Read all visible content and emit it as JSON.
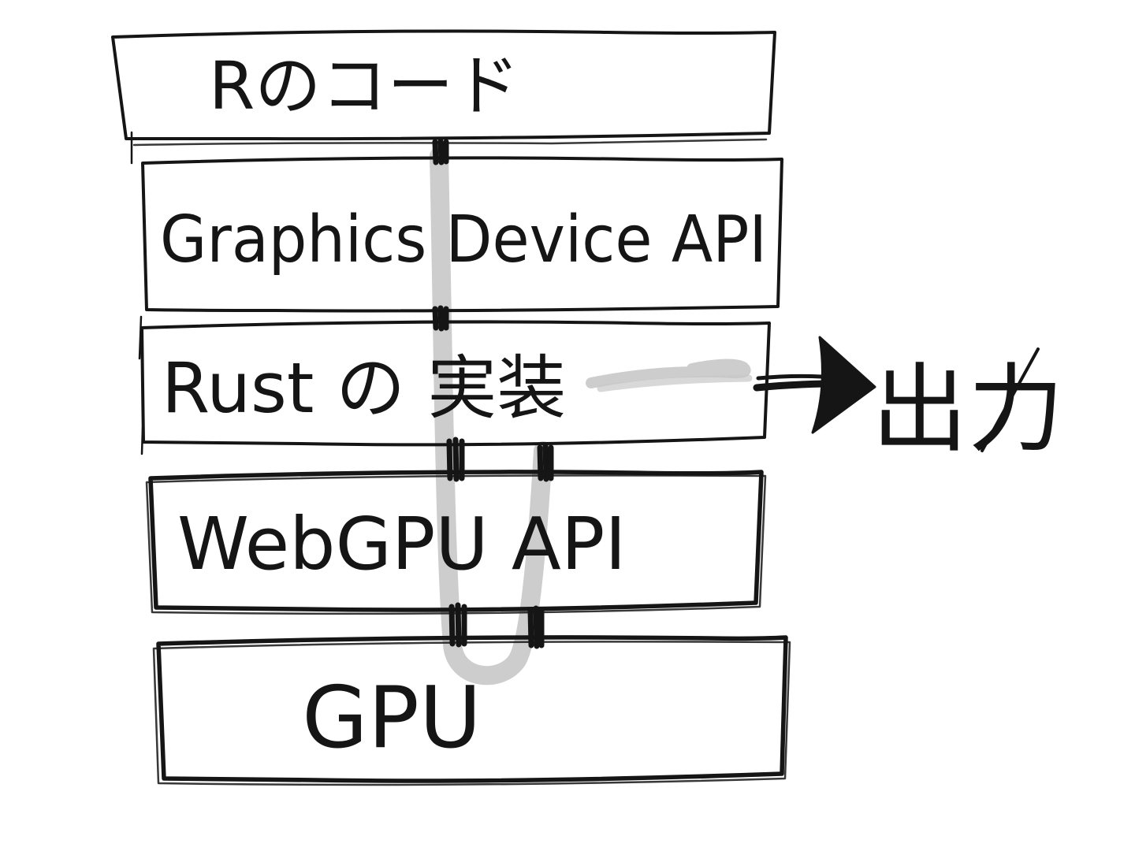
{
  "diagram": {
    "boxes": [
      {
        "id": "r-code",
        "label": "Rのコード"
      },
      {
        "id": "graphics-device-api",
        "label": "Graphics Device API"
      },
      {
        "id": "rust-implementation",
        "label": "Rust の 実装"
      },
      {
        "id": "webgpu-api",
        "label": "WebGPU API"
      },
      {
        "id": "gpu",
        "label": "GPU"
      }
    ],
    "output_label": "出力",
    "edges": [
      {
        "from": "Rのコード",
        "to": "Graphics Device API",
        "style": "short-black-connector"
      },
      {
        "from": "Graphics Device API",
        "to": "Rust の 実装",
        "style": "short-black-connector"
      },
      {
        "from": "Rust の 実装",
        "to": "WebGPU API",
        "style": "double-black-connector"
      },
      {
        "from": "WebGPU API",
        "to": "GPU",
        "style": "double-black-connector"
      },
      {
        "from": "Rust の 実装",
        "to": "出力",
        "style": "right-black-arrow"
      },
      {
        "from": "top of stack",
        "to": "back up through stack",
        "style": "gray-round-trip-loop"
      }
    ],
    "colors": {
      "ink": "#151515",
      "flow_gray": "#c8c8c8",
      "paper": "#ffffff"
    }
  }
}
